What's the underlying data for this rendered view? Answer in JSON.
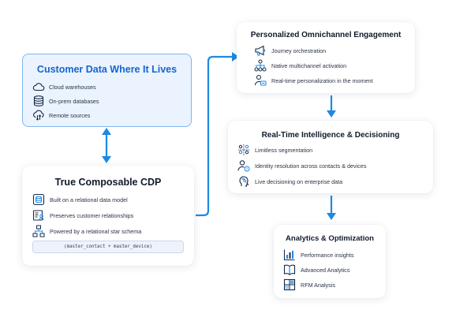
{
  "customer_data": {
    "title": "Customer Data Where It Lives",
    "items": [
      {
        "label": "Cloud warehouses",
        "icon": "cloud-icon"
      },
      {
        "label": "On-prem databases",
        "icon": "database-icon"
      },
      {
        "label": "Remote sources",
        "icon": "cloud-sync-icon"
      }
    ]
  },
  "cdp": {
    "title": "True Composable CDP",
    "items": [
      {
        "label": "Built on a relational data model",
        "icon": "database-box-icon"
      },
      {
        "label": "Preserves customer relationships",
        "icon": "contact-list-icon"
      },
      {
        "label": "Powered by a relational star schema",
        "icon": "schema-tree-icon"
      }
    ],
    "code": "(master_contact + master_device)"
  },
  "engagement": {
    "title": "Personalized Omnichannel Engagement",
    "items": [
      {
        "label": "Journey orchestration",
        "icon": "megaphone-icon"
      },
      {
        "label": "Native multichannel activation",
        "icon": "network-icon"
      },
      {
        "label": "Real-time personalization in the moment",
        "icon": "person-monitor-icon"
      }
    ]
  },
  "intelligence": {
    "title": "Real-Time Intelligence & Decisioning",
    "items": [
      {
        "label": "Limitless segmentation",
        "icon": "segmentation-icon"
      },
      {
        "label": "Identity resolution across contacts & devices",
        "icon": "identity-icon"
      },
      {
        "label": "Live decisioning on enterprise data",
        "icon": "brain-icon"
      }
    ]
  },
  "analytics": {
    "title": "Analytics & Optimization",
    "items": [
      {
        "label": "Performance insights",
        "icon": "bar-chart-icon"
      },
      {
        "label": "Advanced Analytics",
        "icon": "book-icon"
      },
      {
        "label": "RFM Analysis",
        "icon": "grid-icon"
      }
    ]
  },
  "colors": {
    "accent": "#1e88e5",
    "highlight_bg": "#eaf3fe",
    "highlight_border": "#7fb6ef",
    "title_blue": "#1565d0"
  }
}
